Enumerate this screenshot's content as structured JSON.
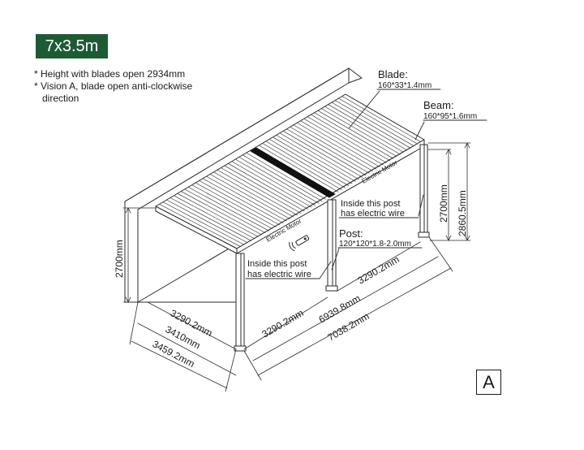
{
  "size_badge": {
    "label": "7x3.5m"
  },
  "notes": [
    "* Height with blades open 2934mm",
    "* Vision A, blade open anti-clockwise",
    "   direction"
  ],
  "callouts": {
    "blade_title": "Blade:",
    "blade_spec": "160*33*1.4mm",
    "beam_title": "Beam:",
    "beam_spec": "160*95*1.6mm",
    "post_title": "Post:",
    "post_spec": "120*120*1.8-2.0mm",
    "wire_right_line1": "Inside this post",
    "wire_right_line2": "has electric wire",
    "wire_left_line1": "Inside this post",
    "wire_left_line2": "has electric wire",
    "motor_right": "Electric Motor",
    "motor_left": "Electric Motor"
  },
  "dimensions": {
    "height_left": "2700mm",
    "height_right_inner": "2700mm",
    "height_right_outer": "2860.5mm",
    "depth_inner": "3290.2mm",
    "depth_mid": "3410mm",
    "depth_outer": "3459.2mm",
    "width_bay_left": "3290.2mm",
    "width_bay_right": "3290.2mm",
    "width_inner": "6939.8mm",
    "width_outer": "7038.2mm"
  },
  "variant_label": "A",
  "colors": {
    "badge_bg": "#1e5b34",
    "badge_text": "#ffffff",
    "line": "#2a2a2a",
    "bar": "#111111"
  }
}
